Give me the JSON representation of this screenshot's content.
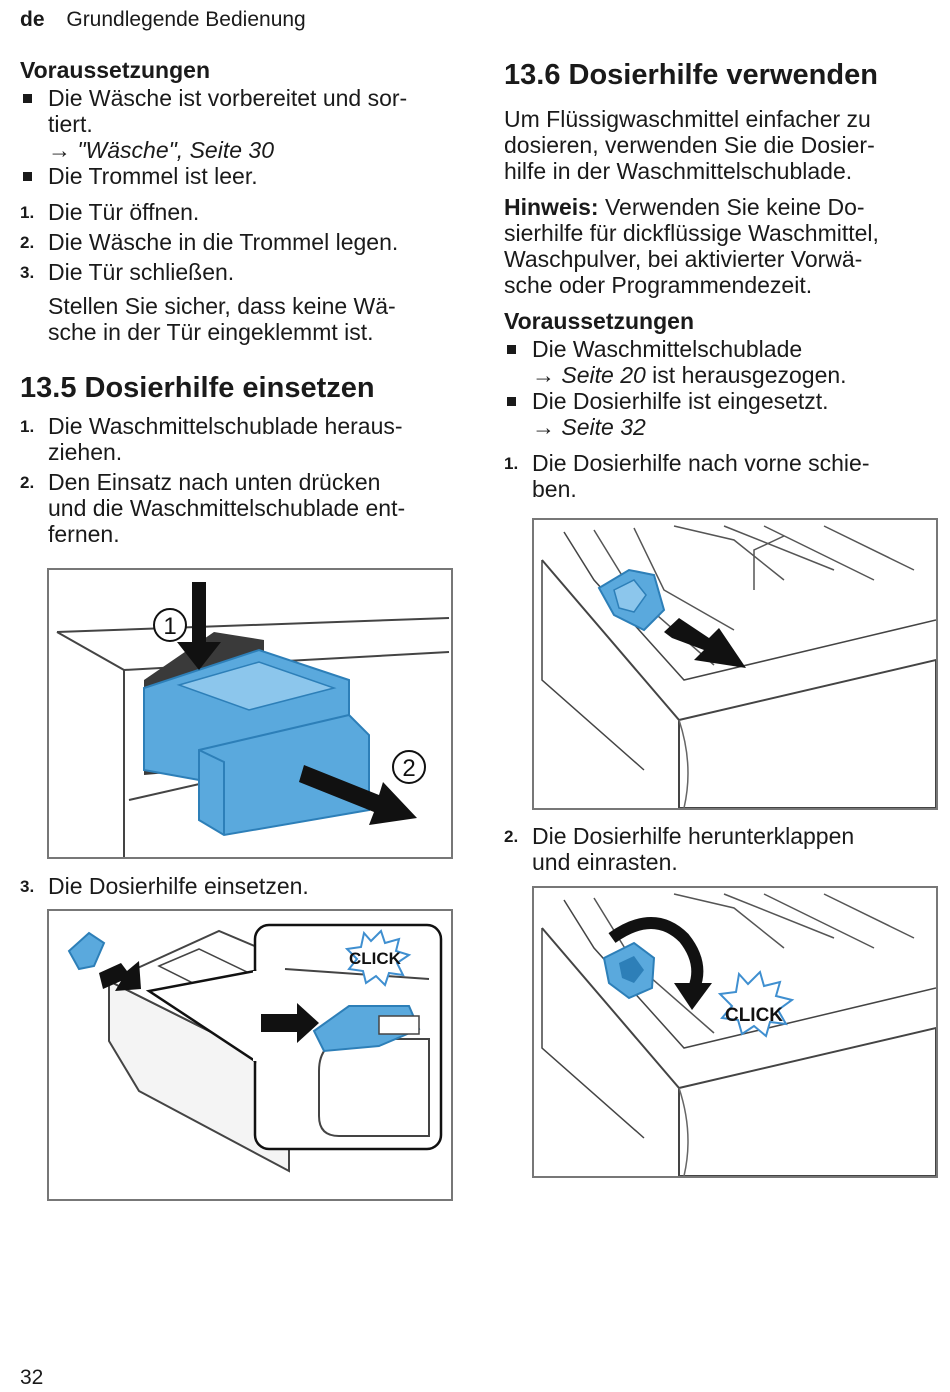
{
  "header": {
    "lang": "de",
    "title": "Grundlegende Bedienung"
  },
  "left": {
    "prereq_heading": "Voraussetzungen",
    "prereqs": [
      {
        "text": "Die Wäsche ist vorbereitet und sor-",
        "text2": "tiert.",
        "ref": "→ \"Wäsche\", Seite 30"
      },
      {
        "text": "Die Trommel ist leer."
      }
    ],
    "steps": [
      {
        "num": "1.",
        "text": "Die Tür öffnen."
      },
      {
        "num": "2.",
        "text": "Die Wäsche in die Trommel legen."
      },
      {
        "num": "3.",
        "text": "Die Tür schließen."
      }
    ],
    "note_line1": "Stellen Sie sicher, dass keine Wä-",
    "note_line2": "sche in der Tür eingeklemmt ist.",
    "section_title": "13.5  Dosierhilfe einsetzen",
    "section_steps": [
      {
        "num": "1.",
        "line1": "Die Waschmittelschublade heraus-",
        "line2": "ziehen."
      },
      {
        "num": "2.",
        "line1": "Den Einsatz nach unten drücken",
        "line2": "und die Waschmittelschublade ent-",
        "line3": "fernen."
      }
    ],
    "fig1_labels": {
      "one": "1",
      "two": "2"
    },
    "step3": {
      "num": "3.",
      "text": "Die Dosierhilfe einsetzen."
    },
    "fig2_click": "CLICK"
  },
  "right": {
    "section_title": "13.6  Dosierhilfe verwenden",
    "intro": [
      "Um Flüssigwaschmittel einfacher zu",
      "dosieren, verwenden Sie die Dosier-",
      "hilfe in der Waschmittelschublade."
    ],
    "hint_label": "Hinweis:",
    "hint": [
      " Verwenden Sie keine Do-",
      "sierhilfe für dickflüssige Waschmittel,",
      "Waschpulver, bei aktivierter Vorwä-",
      "sche oder Programmendezeit."
    ],
    "prereq_heading": "Voraussetzungen",
    "prereqs": [
      {
        "text": "Die Waschmittelschublade",
        "ref": "→ Seite 20",
        "after": " ist herausgezogen."
      },
      {
        "text": "Die Dosierhilfe ist eingesetzt.",
        "ref": "→ Seite 32"
      }
    ],
    "steps": [
      {
        "num": "1.",
        "line1": "Die Dosierhilfe nach vorne schie-",
        "line2": "ben."
      },
      {
        "num": "2.",
        "line1": "Die Dosierhilfe herunterklappen",
        "line2": "und einrasten."
      }
    ],
    "fig4_click": "CLICK"
  },
  "page_number": "32",
  "colors": {
    "accent_blue": "#5aa9dd",
    "blue_dark": "#2d7fb8",
    "frame": "#777777"
  }
}
